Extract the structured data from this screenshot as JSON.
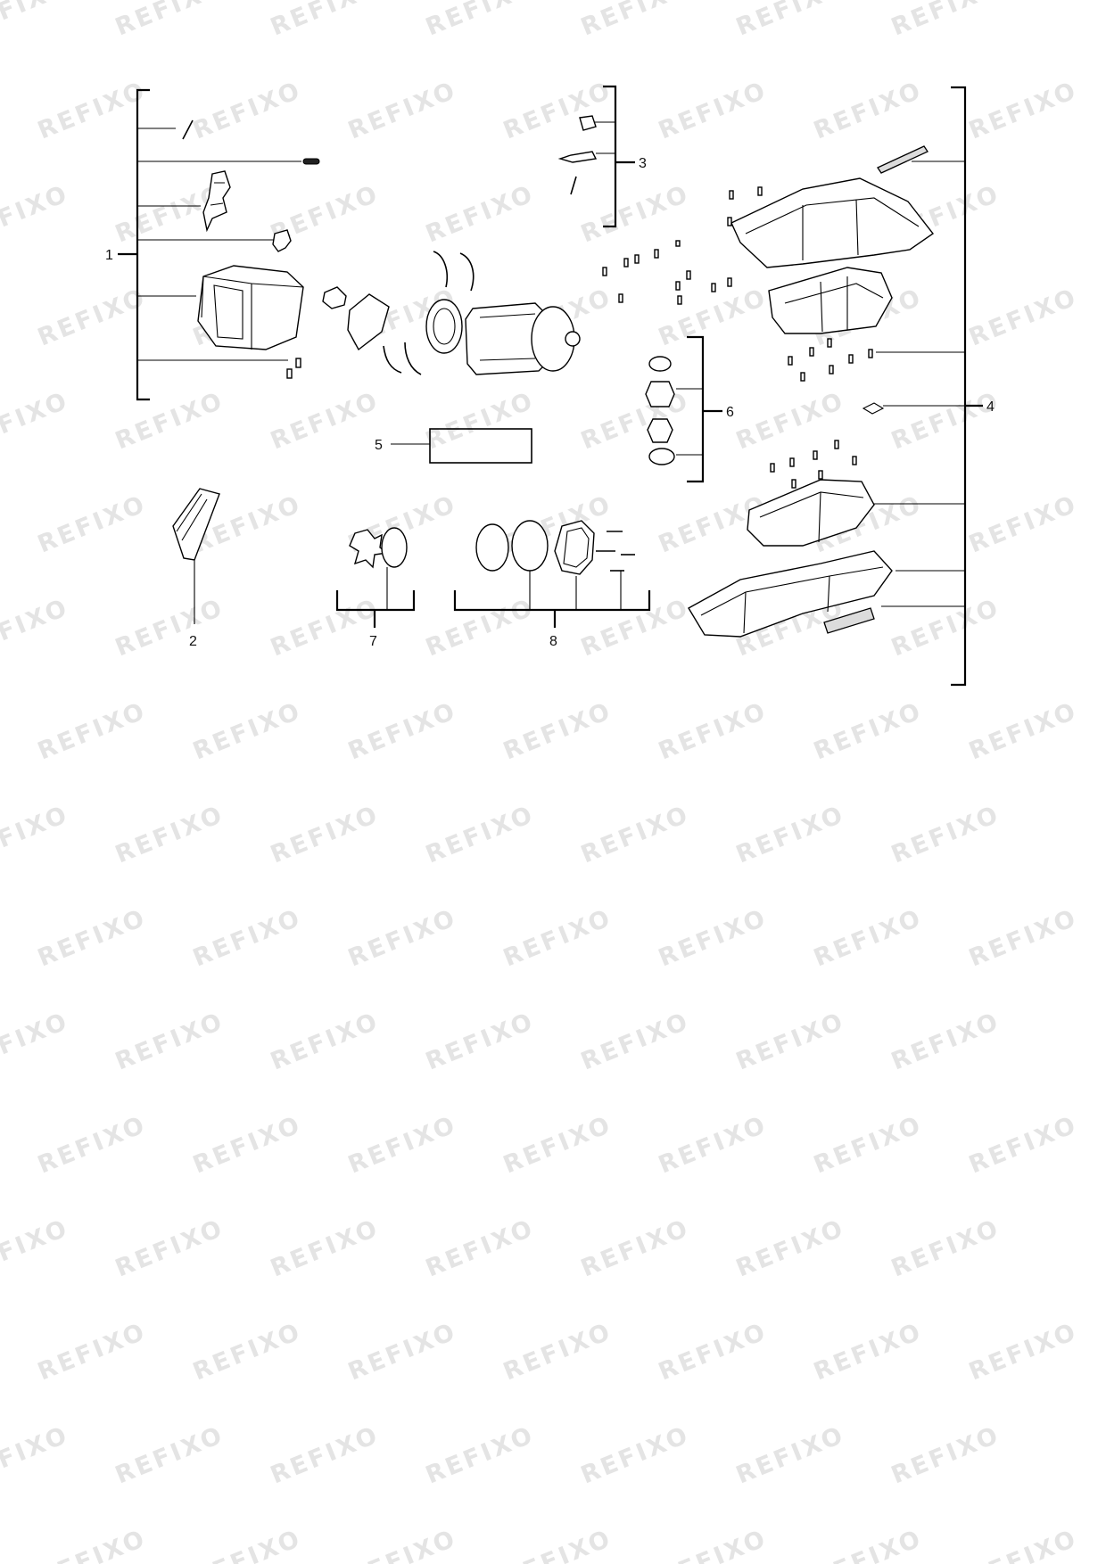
{
  "watermark": "REFIXO",
  "callouts": {
    "c1": "1",
    "c2": "2",
    "c3": "3",
    "c4": "4",
    "c5": "5",
    "c6": "6",
    "c7": "7",
    "c8": "8"
  },
  "colors": {
    "ink": "#000000",
    "watermark": "#e4e4e4",
    "background": "#ffffff"
  }
}
